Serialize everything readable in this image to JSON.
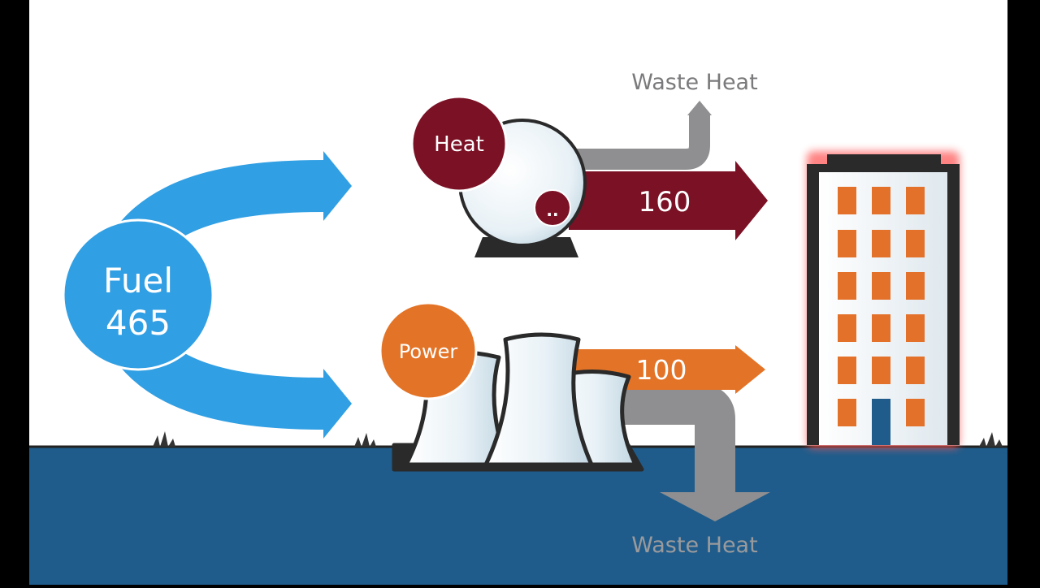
{
  "fuel": {
    "label": "Fuel",
    "value": "465"
  },
  "heat": {
    "label": "Heat",
    "value": "160",
    "badge": ".."
  },
  "power": {
    "label": "Power",
    "value": "100"
  },
  "waste_heat_top": "Waste Heat",
  "waste_heat_bottom": "Waste Heat",
  "colors": {
    "frame": "#000000",
    "sky": "#ffffff",
    "water": "#1f5c8b",
    "fuel_blue": "#319fe3",
    "heat_maroon": "#7b1125",
    "power_orange": "#e37326",
    "waste_grey": "#8f8f91",
    "window_orange": "#e3712a",
    "building_glow": "#ff5a5a"
  }
}
